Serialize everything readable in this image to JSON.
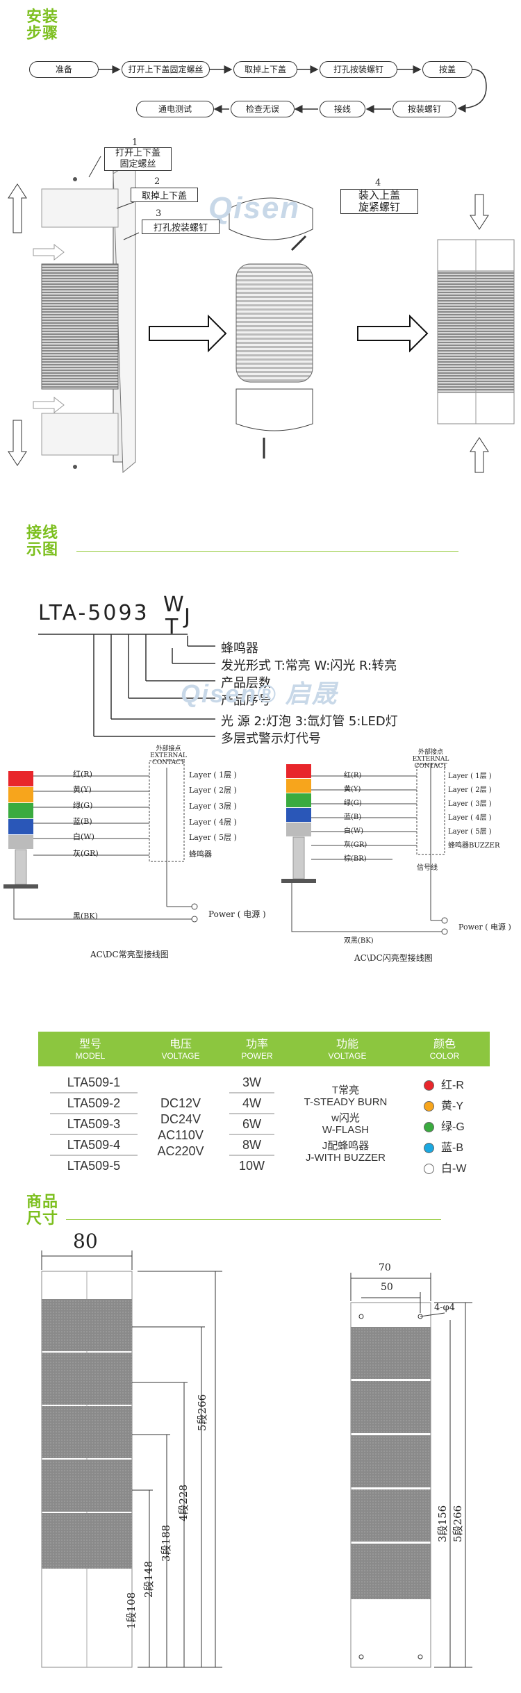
{
  "install": {
    "title_l1": "安装",
    "title_l2": "步骤",
    "flow_row1": [
      "准备",
      "打开上下盖固定螺丝",
      "取掉上下盖",
      "打孔按装螺钉",
      "按盖"
    ],
    "flow_row2": [
      "通电测试",
      "检查无误",
      "接线",
      "按装螺钉"
    ],
    "steps": [
      {
        "num": "1",
        "text_l1": "打开上下盖",
        "text_l2": "固定螺丝"
      },
      {
        "num": "2",
        "text_l1": "取掉上下盖",
        "text_l2": ""
      },
      {
        "num": "3",
        "text_l1": "打孔按装螺钉",
        "text_l2": ""
      },
      {
        "num": "4",
        "text_l1": "装入上盖",
        "text_l2": "旋紧螺钉"
      }
    ],
    "watermark": "Qisen"
  },
  "wiring": {
    "title_l1": "接线",
    "title_l2": "示图",
    "code": {
      "main": "LTA-5093",
      "top": "W",
      "mid": "T",
      "tail": "J"
    },
    "code_desc": [
      "蜂鸣器",
      "发光形式  T:常亮  W:闪光  R:转亮",
      "产品层数",
      "产品序号",
      "光    源      2:灯泡  3:氙灯管  5:LED灯",
      "多层式警示灯代号"
    ],
    "watermark": "Qisen® 启晟",
    "diagram_left": {
      "header_l1": "外部接点",
      "header_l2": "EXTERNAL CONTACT",
      "wires": [
        "红(R)",
        "黄(Y)",
        "绿(G)",
        "蓝(B)",
        "白(W)",
        "灰(GR)"
      ],
      "layers": [
        "Layer ( 1层 )",
        "Layer ( 2层 )",
        "Layer ( 3层 )",
        "Layer ( 4层 )",
        "Layer ( 5层 )",
        "蜂鸣器"
      ],
      "bk": "黑(BK)",
      "power": "Power ( 电源 )",
      "caption": "AC\\DC常亮型接线图"
    },
    "diagram_right": {
      "header_l1": "外部接点",
      "header_l2": "EXTERNAL CONTACT",
      "wires": [
        "红(R)",
        "黄(Y)",
        "绿(G)",
        "蓝(B)",
        "白(W)",
        "灰(GR)",
        "棕(BR)"
      ],
      "layers": [
        "Layer ( 1层 )",
        "Layer ( 2层 )",
        "Layer ( 3层 )",
        "Layer ( 4层 )",
        "Layer ( 5层 )",
        "蜂鸣器BUZZER"
      ],
      "signal": "信号线",
      "bk": "双黑(BK)",
      "power": "Power ( 电源 )",
      "caption": "AC\\DC闪亮型接线图"
    },
    "table": {
      "headers": [
        {
          "cn": "型号",
          "en": "MODEL"
        },
        {
          "cn": "电压",
          "en": "VOLTAGE"
        },
        {
          "cn": "功率",
          "en": "POWER"
        },
        {
          "cn": "功能",
          "en": "VOLTAGE"
        },
        {
          "cn": "颜色",
          "en": "COLOR"
        }
      ],
      "models": [
        "LTA509-1",
        "LTA509-2",
        "LTA509-3",
        "LTA509-4",
        "LTA509-5"
      ],
      "voltages": [
        "DC12V",
        "DC24V",
        "AC110V",
        "AC220V"
      ],
      "powers": [
        "3W",
        "4W",
        "6W",
        "8W",
        "10W"
      ],
      "functions": [
        "T常亮",
        "T-STEADY BURN",
        "w闪光",
        "W-FLASH",
        "J配蜂鸣器",
        "J-WITH BUZZER"
      ],
      "colors": [
        {
          "label": "红-R",
          "hex": "#e8262b"
        },
        {
          "label": "黄-Y",
          "hex": "#f7a51c"
        },
        {
          "label": "绿-G",
          "hex": "#3aab3f"
        },
        {
          "label": "蓝-B",
          "hex": "#1ba8e0"
        },
        {
          "label": "白-W",
          "hex": "#ffffff"
        }
      ]
    }
  },
  "size": {
    "title_l1": "商品",
    "title_l2": "尺寸",
    "front_width": "80",
    "side_width": "70",
    "side_inner": "50",
    "hole": "4-φ4",
    "front_dims": [
      "1段108",
      "2段148",
      "3段188",
      "4段228",
      "5段266"
    ],
    "side_dims": [
      "3段156",
      "5段266"
    ]
  },
  "colors": {
    "accent": "#8cc63f",
    "title_green": "#7cbf1e"
  }
}
